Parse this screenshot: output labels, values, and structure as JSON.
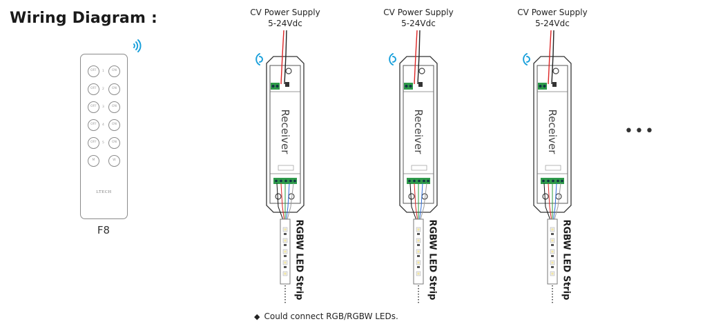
{
  "title": "Wiring Diagram :",
  "remote": {
    "label": "F8",
    "brand": "LTECH",
    "buttons": [
      {
        "left": "OFF",
        "right": "ON",
        "num": "1"
      },
      {
        "left": "OFF",
        "right": "ON",
        "num": "2"
      },
      {
        "left": "OFF",
        "right": "ON",
        "num": "3"
      },
      {
        "left": "OFF",
        "right": "ON",
        "num": "4"
      },
      {
        "left": "OFF",
        "right": "ON",
        "num": "5"
      },
      {
        "left": "M",
        "right": "W",
        "num": ""
      }
    ]
  },
  "receivers": [
    {
      "supply_line1": "CV Power Supply",
      "supply_line2": "5-24Vdc",
      "label": "Receiver",
      "strip_label": "RGBW LED Strip"
    },
    {
      "supply_line1": "CV Power Supply",
      "supply_line2": "5-24Vdc",
      "label": "Receiver",
      "strip_label": "RGBW LED Strip"
    },
    {
      "supply_line1": "CV Power Supply",
      "supply_line2": "5-24Vdc",
      "label": "Receiver",
      "strip_label": "RGBW LED Strip"
    }
  ],
  "more": "•••",
  "note": {
    "bullet": "◆",
    "text": "Could connect RGB/RGBW LEDs."
  },
  "colors": {
    "wave": "#1aa0db",
    "wire_red": "#d22",
    "wire_black": "#222",
    "terminal": "#2e9a4a"
  }
}
